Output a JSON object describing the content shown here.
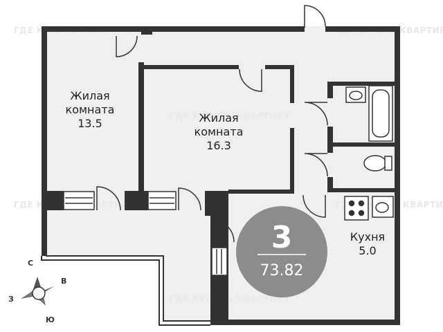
{
  "watermark": "ГДЕ КУПИТЬ КВАРТИРУ",
  "rooms": [
    {
      "id": "living-1",
      "line1": "Жилая",
      "line2": "комната",
      "area": "13.5"
    },
    {
      "id": "living-2",
      "line1": "Жилая",
      "line2": "комната",
      "area": "16.3"
    },
    {
      "id": "kitchen",
      "line1": "Кухня",
      "line2": "",
      "area": "5.0"
    }
  ],
  "badge": {
    "rooms": "3",
    "area": "73.82"
  },
  "compass": {
    "north": "С",
    "east": "В",
    "south": "Ю",
    "west": "З"
  },
  "colors": {
    "wall": "#333333",
    "floor": "#efefef",
    "badge": "#8c8c8c",
    "watermark": "#e9e9e9"
  }
}
